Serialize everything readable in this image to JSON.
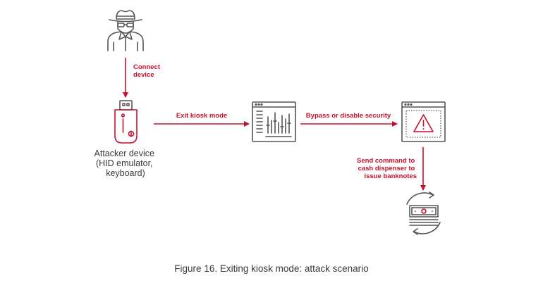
{
  "figure": {
    "caption": "Figure 16. Exiting kiosk mode: attack scenario"
  },
  "nodes": {
    "attacker": {
      "icon": "spy-icon"
    },
    "device": {
      "icon": "usb-stick-icon",
      "label_lines": [
        "Attacker device",
        "(HID emulator,",
        "keyboard)"
      ]
    },
    "kiosk_window": {
      "icon": "application-window-icon"
    },
    "security_window": {
      "icon": "warning-window-icon"
    },
    "banknotes": {
      "icon": "cash-cycle-icon"
    }
  },
  "edges": {
    "connect": {
      "label_lines": [
        "Connect",
        "device"
      ]
    },
    "exit_kiosk": {
      "label_lines": [
        "Exit kiosk mode"
      ]
    },
    "bypass": {
      "label_lines": [
        "Bypass or disable security"
      ]
    },
    "dispense": {
      "label_lines": [
        "Send command to",
        "cash dispenser to",
        "issue banknotes"
      ]
    }
  },
  "colors": {
    "accent": "#c8102e",
    "icon": "#555555",
    "text": "#3a3a3a"
  }
}
